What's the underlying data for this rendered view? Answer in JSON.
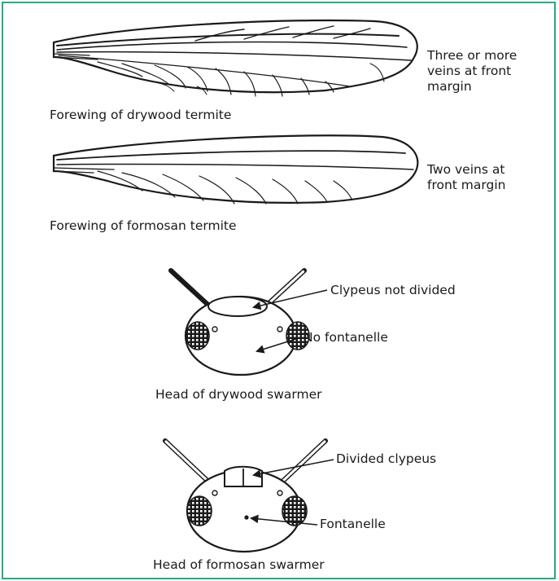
{
  "colors": {
    "frame": "#2aa882",
    "ink": "#1a1a1a",
    "background": "#ffffff"
  },
  "wings": [
    {
      "caption": "Forewing of drywood termite",
      "note": "Three or more\nveins at front\nmargin"
    },
    {
      "caption": "Forewing of formosan termite",
      "note": "Two veins at\nfront margin"
    }
  ],
  "heads": [
    {
      "caption": "Head of drywood swarmer",
      "callouts": [
        "Clypeus not divided",
        "No fontanelle"
      ]
    },
    {
      "caption": "Head of formosan swarmer",
      "callouts": [
        "Divided clypeus",
        "Fontanelle"
      ]
    }
  ]
}
